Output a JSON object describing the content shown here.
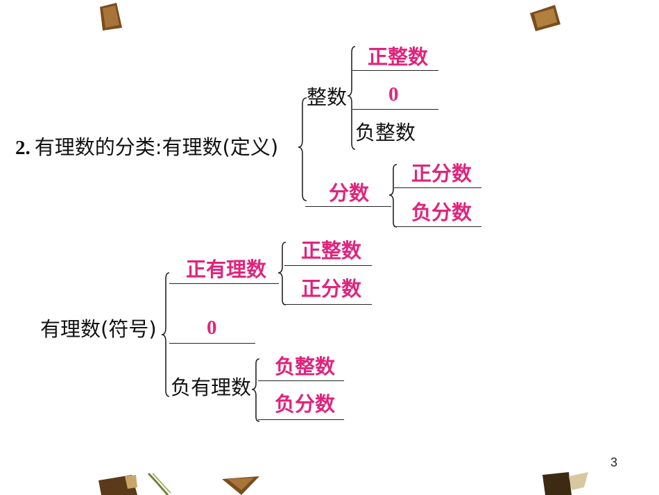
{
  "slide": {
    "page_number": "3",
    "colors": {
      "answer": "#e0247c",
      "text": "#111111",
      "decor_brown": "#7a4d1e"
    }
  },
  "section1": {
    "number": "2.",
    "heading": "有理数的分类:有理数(定义)",
    "integer_label": "整数",
    "positive_integer": "正整数",
    "zero": "0",
    "negative_integer": "负整数",
    "fraction_label": "分数",
    "positive_fraction": "正分数",
    "negative_fraction": "负分数"
  },
  "section2": {
    "heading": "有理数(符号)",
    "positive_rational": "正有理数",
    "positive_integer": "正整数",
    "positive_fraction": "正分数",
    "zero": "0",
    "negative_rational": "负有理数",
    "negative_integer": "负整数",
    "negative_fraction": "负分数"
  },
  "decorations": [
    "book-icon",
    "book-icon",
    "book-icon",
    "leaf-icon",
    "book-icon",
    "book-icon"
  ]
}
